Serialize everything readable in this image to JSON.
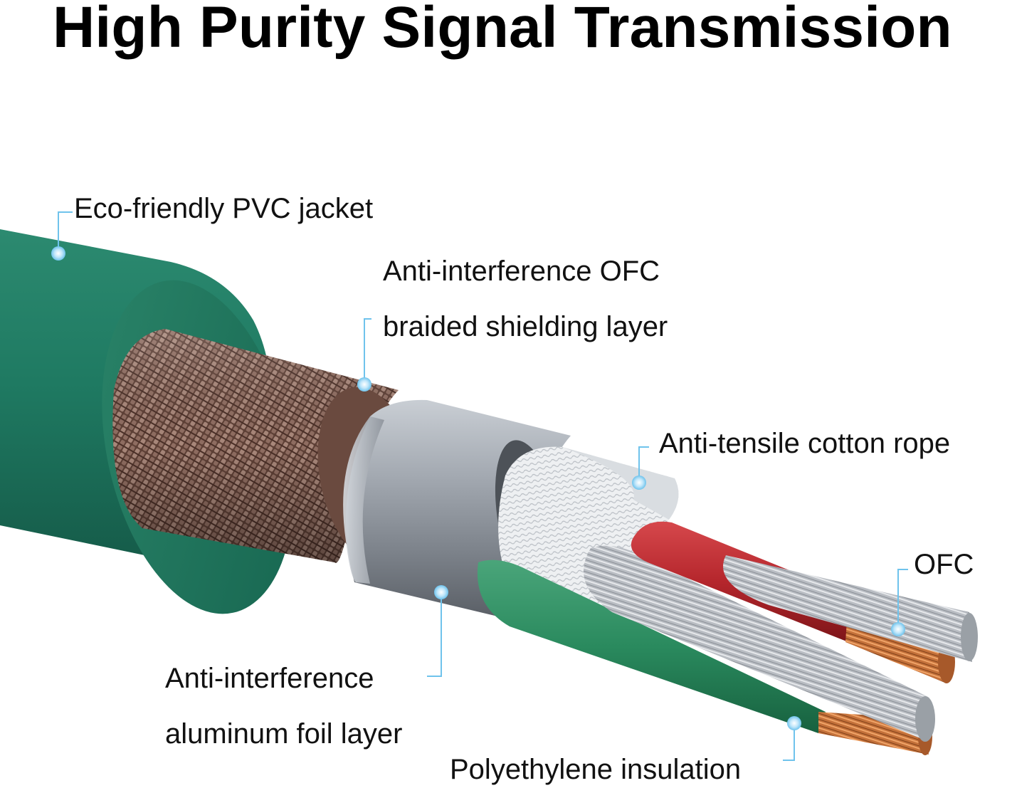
{
  "title": "High Purity Signal Transmission",
  "labels": {
    "pvc_jacket": "Eco-friendly PVC jacket",
    "braided_line1": "Anti-interference OFC",
    "braided_line2": "braided shielding layer",
    "cotton_rope": "Anti-tensile cotton rope",
    "ofc": "OFC",
    "foil_line1": "Anti-interference",
    "foil_line2": "aluminum foil layer",
    "insulation": "Polyethylene insulation"
  },
  "colors": {
    "jacket": "#1f7a62",
    "braid": "#7a5a4e",
    "foil": "#9aa0a8",
    "cotton": "#e9ebee",
    "wire_red": "#b5262c",
    "wire_green": "#2a8a5e",
    "copper": "#c9763a",
    "silver": "#c8ccd1",
    "callout": "#6fc3ec"
  }
}
